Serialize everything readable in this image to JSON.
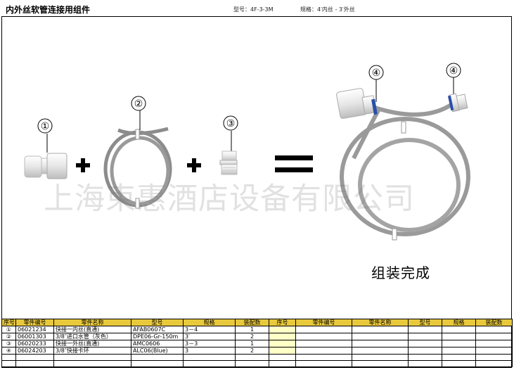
{
  "header": {
    "title": "内外丝软管连接用组件",
    "model": "型号：4F-3-3M",
    "spec": "规格：4′内丝 - 3′外丝"
  },
  "callouts": {
    "c1": "①",
    "c2": "②",
    "c3": "③",
    "c4a": "④",
    "c4b": "④"
  },
  "operators": {
    "plus1": "+",
    "plus2": "+",
    "equals": "="
  },
  "caption": "组装完成",
  "watermark": "上海束惠酒店设备有限公司",
  "bom": {
    "headers": [
      "序号",
      "零件编号",
      "零件名称",
      "型号",
      "规格",
      "装配数",
      "序号",
      "零件编号",
      "零件名称",
      "型号",
      "规格",
      "装配数"
    ],
    "rows": [
      [
        "①",
        "06021234",
        "快接一内丝(直通)",
        "AFAB0607C",
        "3－4",
        "1"
      ],
      [
        "②",
        "06001303",
        "3/8″进口水管（灰色）",
        "DPE06-Gr-150m",
        "3′",
        "2"
      ],
      [
        "③",
        "06020233",
        "快接一外丝(直通)",
        "AMC0606",
        "3－3",
        "1"
      ],
      [
        "④",
        "06024203",
        "3/8″快接卡环",
        "ALC06(Blue)",
        "3",
        "2"
      ]
    ]
  }
}
